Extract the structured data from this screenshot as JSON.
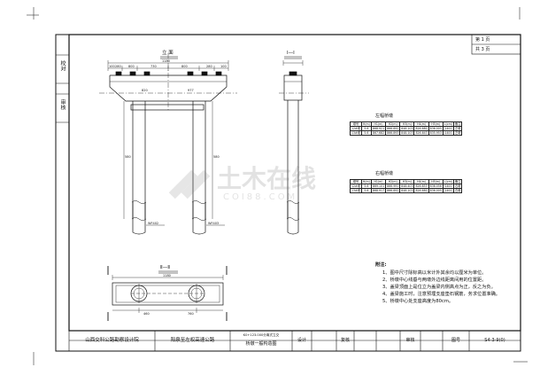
{
  "sheet": {
    "page_label": "第 1 页",
    "total_label": "共 3 页",
    "side_labels": [
      "校对",
      "审核"
    ]
  },
  "views": {
    "elevation_title": "立 面",
    "section_1_title": "Ⅰ—Ⅰ",
    "section_2_title": "Ⅱ—Ⅱ",
    "top_dims": [
      "100",
      "280",
      "800",
      "730",
      "800",
      "280",
      "100"
    ],
    "top_total": "1180",
    "cap_dims": [
      "820",
      "977"
    ],
    "pier_height_left": "580",
    "pier_height_right": "580",
    "base_left_label": "WF402",
    "base_right_label": "WF403",
    "plan_total": "1180",
    "plan_bottom_dims": [
      "460",
      "760"
    ]
  },
  "tables": [
    {
      "title": "左幅桥墩",
      "headers": [
        "墩号",
        "H(m)",
        "H1(m)",
        "H2(m)",
        "H3(m)",
        "H4(m)",
        "H5(m)",
        "L(cm)",
        "备注"
      ],
      "rows": [
        [
          "12#墩",
          "5.6",
          "868.921",
          "866.892",
          "848.103",
          "826.680",
          "836.005",
          "1400",
          "左墩"
        ],
        [
          "13#墩",
          "5.6",
          "867.682",
          "866.893",
          "848.103",
          "826.647",
          "835.953",
          "1400",
          "左墩"
        ]
      ]
    },
    {
      "title": "右幅桥墩",
      "headers": [
        "墩号",
        "H(m)",
        "H1(m)",
        "H2(m)",
        "H3(m)",
        "H4(m)",
        "H5(m)",
        "L(cm)",
        "备注"
      ],
      "rows": [
        [
          "12#墩",
          "5.6",
          "869.101",
          "866.991",
          "848.403",
          "826.853",
          "836.056",
          "1400",
          "右墩"
        ],
        [
          "13#墩",
          "5.6",
          "868.917",
          "866.892",
          "848.103",
          "826.680",
          "836.005",
          "1400",
          "右墩"
        ]
      ]
    }
  ],
  "notes": {
    "heading": "附注:",
    "items": [
      "1、图中尺寸除标高以米计外其余均以厘米为单位。",
      "2、桥墩中心线垂与两墩外边线距离间用的位置距。",
      "3、盖梁顶面上是位立为盖梁内侧高点为正，反之为负。",
      "4、盖梁施工时，注意预埋支座垫石钢筋，务求位置准确。",
      "5、桥墩中心处支座高度为80cm。"
    ]
  },
  "title_block": {
    "designer_org": "山西交科公路勘察设计院",
    "project": "阳泉至左权高速公路",
    "drawing_name_line1": "K0+123.000分离式立交",
    "drawing_name_line2": "桥墩一般构造图",
    "design_label": "设计",
    "review_label": "复核",
    "approve_label": "审核",
    "drawing_no_label": "图号",
    "drawing_no": "S4-3-9(0)"
  },
  "watermark": {
    "text_cn": "土木在线",
    "text_en": "COI88.COM"
  }
}
